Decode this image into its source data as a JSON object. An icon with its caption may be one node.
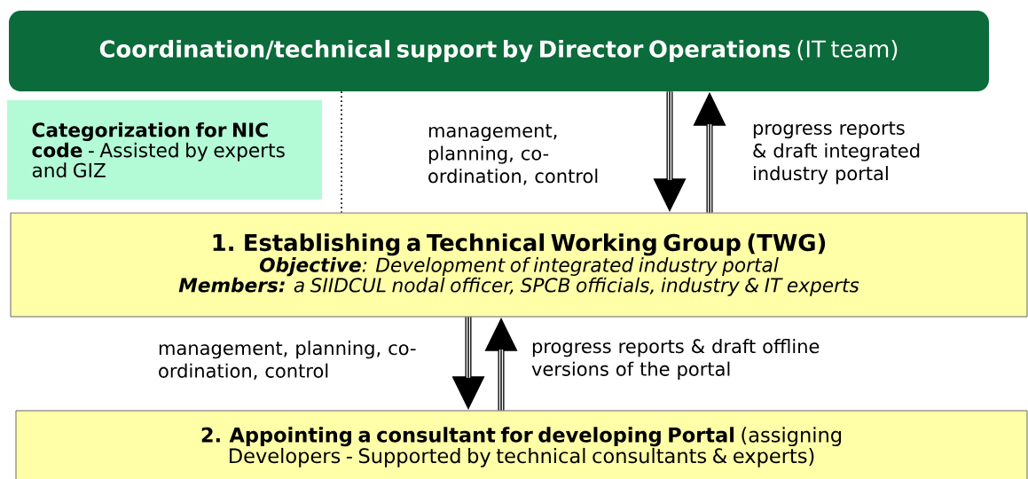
{
  "diagram": {
    "nodes": [
      {
        "text": [
          "**Coordination/technical support by Director Operations** (IT team)"
        ]
      },
      {
        "text": [
          "**Categorization for NIC code** - Assisted by experts and GIZ"
        ]
      },
      {
        "text": [
          "1. Establishing a Technical Working Group (TWG)",
          "**Objective**: Development of integrated industry portal",
          "**Members:** a SIIDCUL nodal officer, SPCB officials, industry & IT experts"
        ]
      },
      {
        "text": [
          "**2. Appointing a consultant for developing Portal** (assigning Developers - Supported by technical consultants & experts)"
        ]
      }
    ],
    "edges": [
      {
        "from": 0,
        "to": 2,
        "arrow": "to",
        "label": "management, planning, co-ordination, control"
      },
      {
        "from": 2,
        "to": 0,
        "arrow": "to",
        "label": "progress reports & draft integrated industry portal"
      },
      {
        "from": 0,
        "to": 2,
        "arrow": "none",
        "style": "dashed"
      },
      {
        "from": 2,
        "to": 3,
        "arrow": "to",
        "label": "management, planning, co-ordination, control"
      },
      {
        "from": 3,
        "to": 2,
        "arrow": "to",
        "label": "progress reports & draft offline versions of the portal"
      }
    ]
  }
}
